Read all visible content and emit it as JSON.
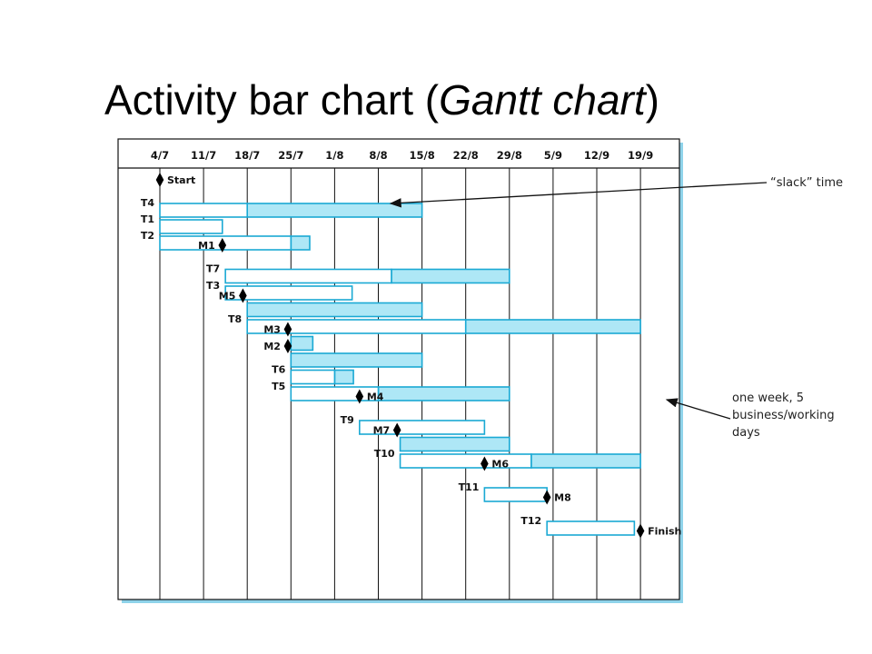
{
  "slide": {
    "title_pre": "Activity bar chart (",
    "title_em": "Gantt chart",
    "title_post": ")"
  },
  "annotations": {
    "slack": "“slack” time",
    "week": "one week, 5 business/working days"
  },
  "colors": {
    "bar_outline": "#1aa9d4",
    "slack_fill": "#aee7f6",
    "grid": "#111111",
    "frame_shadow": "#8fd3ea"
  },
  "chart_data": {
    "type": "gantt",
    "x_axis": {
      "tick_labels": [
        "4/7",
        "11/7",
        "18/7",
        "25/7",
        "1/8",
        "8/8",
        "15/8",
        "22/8",
        "29/8",
        "5/9",
        "12/9",
        "19/9"
      ],
      "unit": "week"
    },
    "grid": true,
    "rows": [
      {
        "label": "Start",
        "kind": "milestone",
        "week": 0,
        "label_side": "right"
      },
      {
        "label": "T4",
        "kind": "task",
        "start": 0,
        "duration": 2,
        "slack": 4
      },
      {
        "label": "T1",
        "kind": "task",
        "start": 0,
        "duration": 1.43,
        "slack": 0
      },
      {
        "label": "T2",
        "kind": "task",
        "start": 0,
        "duration": 3,
        "slack": 0.43
      },
      {
        "label": "M1",
        "kind": "milestone",
        "week": 1.43,
        "label_side": "left"
      },
      {
        "label": "T7",
        "kind": "task",
        "start": 1.5,
        "duration": 3.8,
        "slack": 2.7
      },
      {
        "label": "T3",
        "kind": "task",
        "start": 1.5,
        "duration": 2.9,
        "slack": 0
      },
      {
        "label": "M5",
        "kind": "milestone",
        "week": 1.9,
        "label_side": "left"
      },
      {
        "label": "",
        "kind": "task",
        "start": 2,
        "duration": 0,
        "slack": 4
      },
      {
        "label": "T8",
        "kind": "task",
        "start": 2,
        "duration": 5,
        "slack": 4
      },
      {
        "label": "M3",
        "kind": "milestone",
        "week": 2.93,
        "label_side": "left"
      },
      {
        "label": "",
        "kind": "task",
        "start": 3,
        "duration": 0,
        "slack": 0.5
      },
      {
        "label": "M2",
        "kind": "milestone",
        "week": 2.93,
        "label_side": "left"
      },
      {
        "label": "",
        "kind": "task",
        "start": 3,
        "duration": 0,
        "slack": 3
      },
      {
        "label": "T6",
        "kind": "task",
        "start": 3,
        "duration": 1,
        "slack": 0.43
      },
      {
        "label": "T5",
        "kind": "task",
        "start": 3,
        "duration": 2,
        "slack": 3
      },
      {
        "label": "M4",
        "kind": "milestone",
        "week": 4.57,
        "label_side": "right"
      },
      {
        "label": "T9",
        "kind": "task",
        "start": 4.57,
        "duration": 2.86,
        "slack": 0
      },
      {
        "label": "M7",
        "kind": "milestone",
        "week": 5.43,
        "label_side": "left"
      },
      {
        "label": "",
        "kind": "task",
        "start": 5.5,
        "duration": 0,
        "slack": 2.5
      },
      {
        "label": "T10",
        "kind": "task",
        "start": 5.5,
        "duration": 3,
        "slack": 2.5
      },
      {
        "label": "M6",
        "kind": "milestone",
        "week": 7.43,
        "label_side": "right"
      },
      {
        "label": "T11",
        "kind": "task",
        "start": 7.43,
        "duration": 1.43,
        "slack": 0
      },
      {
        "label": "M8",
        "kind": "milestone",
        "week": 8.86,
        "label_side": "right"
      },
      {
        "label": "T12",
        "kind": "task",
        "start": 8.86,
        "duration": 2,
        "slack": 0
      },
      {
        "label": "Finish",
        "kind": "milestone",
        "week": 11,
        "label_side": "right"
      }
    ]
  }
}
